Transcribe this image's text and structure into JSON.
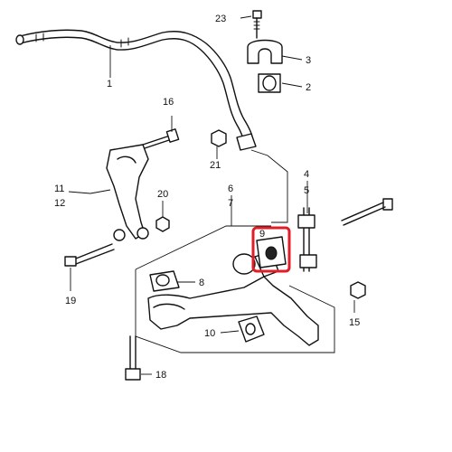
{
  "callouts": {
    "c1": "1",
    "c2": "2",
    "c3": "3",
    "c4": "4",
    "c5": "5",
    "c6": "6",
    "c7": "7",
    "c8": "8",
    "c9": "9",
    "c10": "10",
    "c11": "11",
    "c12": "12",
    "c15": "15",
    "c16": "16",
    "c18": "18",
    "c19": "19",
    "c20": "20",
    "c21": "21",
    "c23": "23"
  },
  "highlight": {
    "target_part": "9",
    "color": "#e01e2a"
  }
}
